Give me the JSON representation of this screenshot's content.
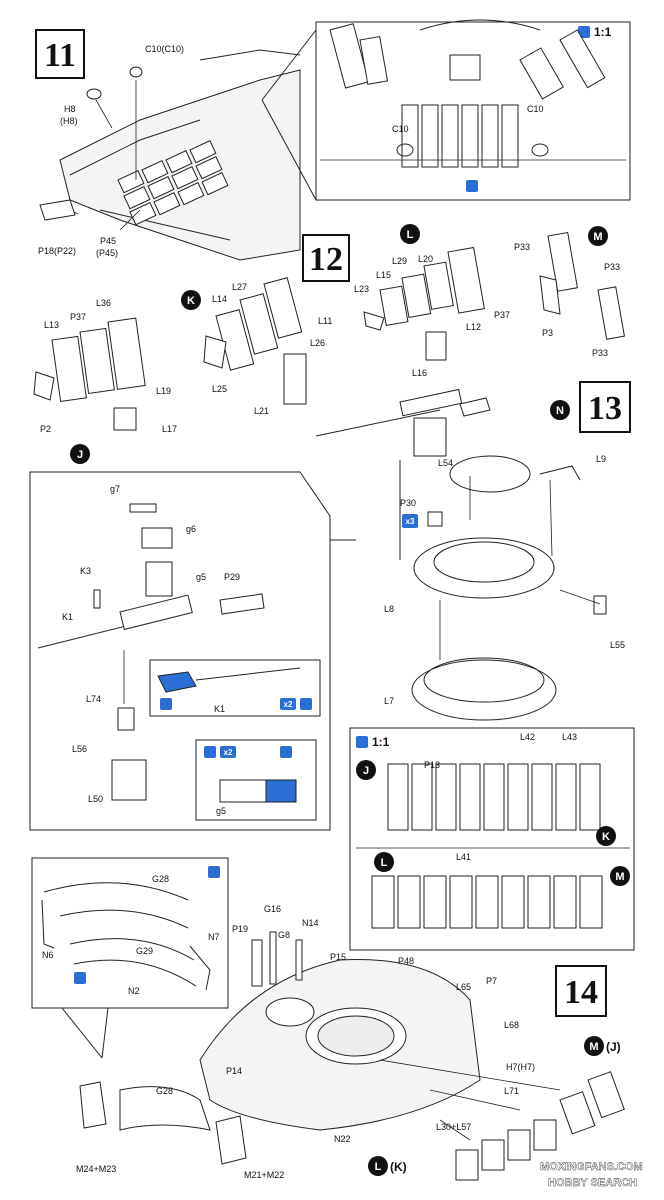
{
  "steps": {
    "s11": "11",
    "s12": "12",
    "s13": "13",
    "s14": "14"
  },
  "scale": {
    "a": "1:1",
    "b": "1:1"
  },
  "markers": {
    "J": "J",
    "K": "K",
    "L": "L",
    "M": "M",
    "N": "N",
    "J2": "J",
    "K2": "K",
    "L2": "L",
    "M2": "M",
    "Mj": "M",
    "Jp": "(J)",
    "Lk": "L",
    "Kp": "(K)"
  },
  "qty": {
    "x3": "x3",
    "x2a": "x2",
    "x2b": "x2"
  },
  "labels": {
    "C10C10": "C10(C10)",
    "H8": "H8",
    "H8p": "(H8)",
    "P18": "P18(P22)",
    "P45": "P45",
    "P45p": "(P45)",
    "C10a": "C10",
    "C10b": "C10",
    "L13": "L13",
    "P37a": "P37",
    "L36": "L36",
    "L19": "L19",
    "P2": "P2",
    "L17": "L17",
    "L14": "L14",
    "L27": "L27",
    "L11": "L11",
    "L26": "L26",
    "L25": "L25",
    "L21": "L21",
    "L29": "L29",
    "L20": "L20",
    "L15": "L15",
    "L23": "L23",
    "L12": "L12",
    "P37b": "P37",
    "L16": "L16",
    "P33a": "P33",
    "P33b": "P33",
    "P3": "P3",
    "P33c": "P33",
    "g7": "g7",
    "g6": "g6",
    "K3": "K3",
    "g5": "g5",
    "P29": "P29",
    "K1": "K1",
    "L74": "L74",
    "K1b": "K1",
    "L56": "L56",
    "L50": "L50",
    "g5b": "g5",
    "L54": "L54",
    "L9": "L9",
    "P30": "P30",
    "L8": "L8",
    "L55": "L55",
    "L7": "L7",
    "L42": "L42",
    "L43": "L43",
    "P13": "P13",
    "L41": "L41",
    "G28": "G28",
    "N6": "N6",
    "G29": "G29",
    "N7": "N7",
    "N2": "N2",
    "G28b": "G28",
    "G16": "G16",
    "P19": "P19",
    "G8": "G8",
    "N14": "N14",
    "P15": "P15",
    "P48": "P48",
    "L65": "L65",
    "P7": "P7",
    "L68": "L68",
    "P14": "P14",
    "H7": "H7(H7)",
    "L71": "L71",
    "L30L57": "L30+L57",
    "N22": "N22",
    "M24M23": "M24+M23",
    "M21M22": "M21+M22"
  },
  "watermark": {
    "a": "MOXINGFANS.COM",
    "b": "HOBBY SEARCH"
  }
}
